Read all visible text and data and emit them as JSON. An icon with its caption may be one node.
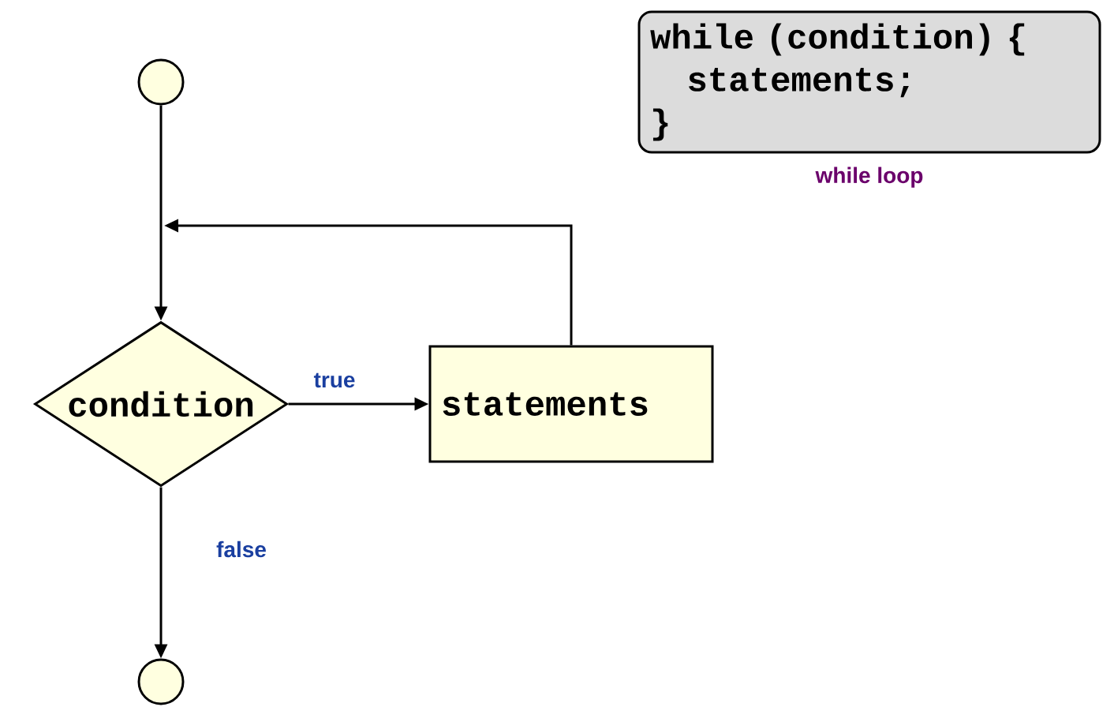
{
  "diagram": {
    "nodes": [
      {
        "text": [
          "while (condition) {",
          "statements;",
          "}"
        ],
        "beside": [
          "while loop"
        ]
      },
      {
        "text": [],
        "shape": "circle"
      },
      {
        "text": [
          "condition"
        ]
      },
      {
        "text": [
          "statements"
        ]
      },
      {
        "text": [],
        "shape": "circle"
      }
    ],
    "edges": [
      {
        "from": 1,
        "to": 2,
        "arrow": "to"
      },
      {
        "from": 2,
        "to": 3,
        "arrow": "to",
        "label": "true"
      },
      {
        "from": 3,
        "to": 2,
        "arrow": "to"
      },
      {
        "from": 2,
        "to": 4,
        "arrow": "to",
        "label": "false"
      }
    ]
  }
}
